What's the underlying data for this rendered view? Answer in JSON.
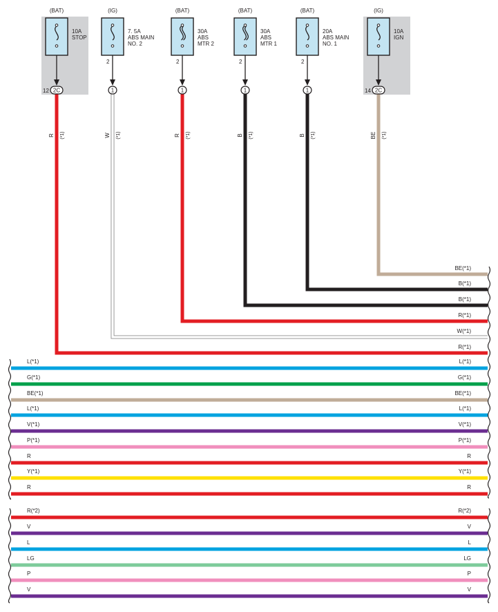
{
  "fuses": [
    {
      "source": "(BAT)",
      "lines": [
        "10A",
        "STOP"
      ],
      "pin": "",
      "icon": "fuse-icon",
      "wire_color": "#e31d23",
      "wire_label": "R",
      "wire_note": "(*1)",
      "connector": "2C",
      "connector_pin": "12",
      "shaded": true,
      "bend_label": "R(*1)"
    },
    {
      "source": "(IG)",
      "lines": [
        "7. 5A",
        "ABS MAIN",
        "NO. 2"
      ],
      "pin": "2",
      "icon": "fuse-icon",
      "wire_color": "#ffffff",
      "wire_label": "W",
      "wire_note": "(*1)",
      "connector": "1",
      "connector_pin": "",
      "shaded": false,
      "bend_label": "W(*1)"
    },
    {
      "source": "(BAT)",
      "lines": [
        "30A",
        "ABS",
        "MTR 2"
      ],
      "pin": "2",
      "icon": "fusible-link-icon",
      "wire_color": "#e31d23",
      "wire_label": "R",
      "wire_note": "(*1)",
      "connector": "1",
      "connector_pin": "",
      "shaded": false,
      "bend_label": "R(*1)"
    },
    {
      "source": "(BAT)",
      "lines": [
        "30A",
        "ABS",
        "MTR 1"
      ],
      "pin": "2",
      "icon": "fusible-link-icon",
      "wire_color": "#231f20",
      "wire_label": "B",
      "wire_note": "(*1)",
      "connector": "1",
      "connector_pin": "",
      "shaded": false,
      "bend_label": "B(*1)"
    },
    {
      "source": "(BAT)",
      "lines": [
        "20A",
        "ABS MAIN",
        "NO. 1"
      ],
      "pin": "2",
      "icon": "fuse-icon",
      "wire_color": "#231f20",
      "wire_label": "B",
      "wire_note": "(*1)",
      "connector": "1",
      "connector_pin": "",
      "shaded": false,
      "bend_label": "B(*1)"
    },
    {
      "source": "(IG)",
      "lines": [
        "10A",
        "IGN"
      ],
      "pin": "",
      "icon": "fuse-icon",
      "wire_color": "#c0ac98",
      "wire_label": "BE",
      "wire_note": "(*1)",
      "connector": "2C",
      "connector_pin": "14",
      "shaded": true,
      "bend_label": "BE(*1)"
    }
  ],
  "harness_wires": [
    {
      "left": "L(*1)",
      "right": "L(*1)",
      "color": "#00a3e0"
    },
    {
      "left": "G(*1)",
      "right": "G(*1)",
      "color": "#00a04b"
    },
    {
      "left": "BE(*1)",
      "right": "BE(*1)",
      "color": "#c0ac98"
    },
    {
      "left": "L(*1)",
      "right": "L(*1)",
      "color": "#00a3e0"
    },
    {
      "left": "V(*1)",
      "right": "V(*1)",
      "color": "#6b2d91"
    },
    {
      "left": "P(*1)",
      "right": "P(*1)",
      "color": "#f08fbd"
    },
    {
      "left": "R",
      "right": "R",
      "color": "#e31d23"
    },
    {
      "left": "Y(*1)",
      "right": "Y(*1)",
      "color": "#ffe100"
    },
    {
      "left": "R",
      "right": "R",
      "color": "#e31d23"
    },
    {
      "left": "R(*2)",
      "right": "R(*2)",
      "color": "#e31d23"
    },
    {
      "left": "V",
      "right": "V",
      "color": "#6b2d91"
    },
    {
      "left": "L",
      "right": "L",
      "color": "#00a3e0"
    },
    {
      "left": "LG",
      "right": "LG",
      "color": "#7dcb9b"
    },
    {
      "left": "P",
      "right": "P",
      "color": "#f08fbd"
    },
    {
      "left": "V",
      "right": "V",
      "color": "#6b2d91"
    }
  ],
  "colors": {
    "fuse_fill": "#c3e4f2",
    "relay_block_shade": "#d1d2d4",
    "line": "#231f20"
  }
}
